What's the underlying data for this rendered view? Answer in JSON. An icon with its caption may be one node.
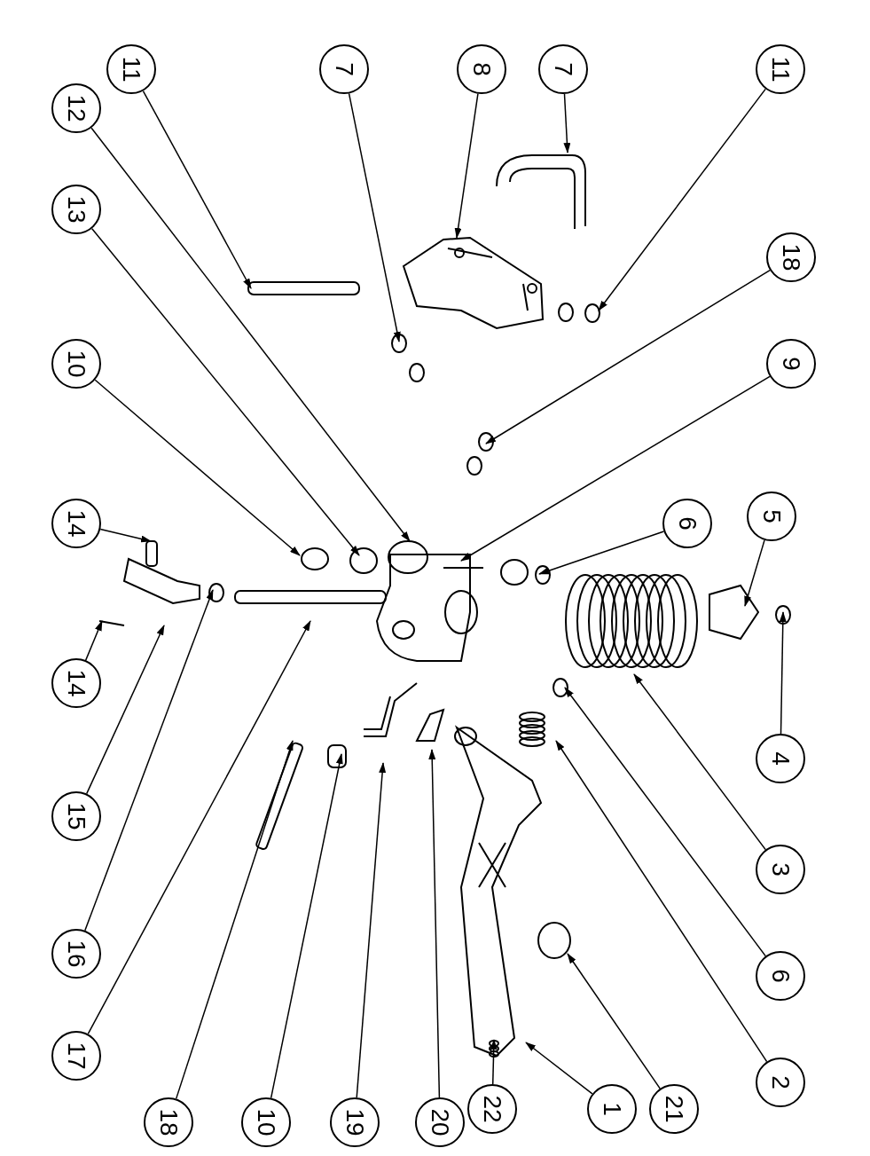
{
  "diagram": {
    "nodes": [
      {
        "text": [
          "11"
        ]
      },
      {
        "text": [
          "7"
        ]
      },
      {
        "text": [
          "8"
        ]
      },
      {
        "text": [
          "7"
        ]
      },
      {
        "text": [
          "11"
        ]
      },
      {
        "text": [
          "12"
        ]
      },
      {
        "text": [
          "13"
        ]
      },
      {
        "text": [
          "10"
        ]
      },
      {
        "text": [
          "14"
        ]
      },
      {
        "text": [
          "18"
        ]
      },
      {
        "text": [
          "9"
        ]
      },
      {
        "text": [
          "6"
        ]
      },
      {
        "text": [
          "5"
        ]
      },
      {
        "text": [
          "14"
        ]
      },
      {
        "text": [
          "15"
        ]
      },
      {
        "text": [
          "16"
        ]
      },
      {
        "text": [
          "17"
        ]
      },
      {
        "text": [
          "4"
        ]
      },
      {
        "text": [
          "3"
        ]
      },
      {
        "text": [
          "6"
        ]
      },
      {
        "text": [
          "2"
        ]
      },
      {
        "text": [
          "18"
        ]
      },
      {
        "text": [
          "10"
        ]
      },
      {
        "text": [
          "19"
        ]
      },
      {
        "text": [
          "20"
        ]
      },
      {
        "text": [
          "22"
        ]
      },
      {
        "text": [
          "1"
        ]
      },
      {
        "text": [
          "21"
        ]
      }
    ],
    "edges": [
      {
        "from": 0,
        "to": null,
        "arrow": "to"
      },
      {
        "from": 1,
        "to": null,
        "arrow": "to"
      },
      {
        "from": 2,
        "to": null,
        "arrow": "to"
      },
      {
        "from": 3,
        "to": null,
        "arrow": "to"
      },
      {
        "from": 4,
        "to": null,
        "arrow": "to"
      },
      {
        "from": 5,
        "to": null,
        "arrow": "to"
      },
      {
        "from": 6,
        "to": null,
        "arrow": "to"
      },
      {
        "from": 7,
        "to": null,
        "arrow": "to"
      },
      {
        "from": 8,
        "to": null,
        "arrow": "to"
      },
      {
        "from": 9,
        "to": null,
        "arrow": "to"
      },
      {
        "from": 10,
        "to": null,
        "arrow": "to"
      },
      {
        "from": 11,
        "to": null,
        "arrow": "to"
      },
      {
        "from": 12,
        "to": null,
        "arrow": "to"
      },
      {
        "from": 13,
        "to": null,
        "arrow": "to"
      },
      {
        "from": 14,
        "to": null,
        "arrow": "to"
      },
      {
        "from": 15,
        "to": null,
        "arrow": "to"
      },
      {
        "from": 16,
        "to": null,
        "arrow": "to"
      },
      {
        "from": 17,
        "to": null,
        "arrow": "to"
      },
      {
        "from": 18,
        "to": null,
        "arrow": "to"
      },
      {
        "from": 19,
        "to": null,
        "arrow": "to"
      },
      {
        "from": 20,
        "to": null,
        "arrow": "to"
      },
      {
        "from": 21,
        "to": null,
        "arrow": "to"
      },
      {
        "from": 22,
        "to": null,
        "arrow": "to"
      },
      {
        "from": 23,
        "to": null,
        "arrow": "to"
      },
      {
        "from": 24,
        "to": null,
        "arrow": "to"
      },
      {
        "from": 25,
        "to": null,
        "arrow": "to"
      },
      {
        "from": 26,
        "to": null,
        "arrow": "to"
      },
      {
        "from": 27,
        "to": null,
        "arrow": "to"
      }
    ]
  }
}
